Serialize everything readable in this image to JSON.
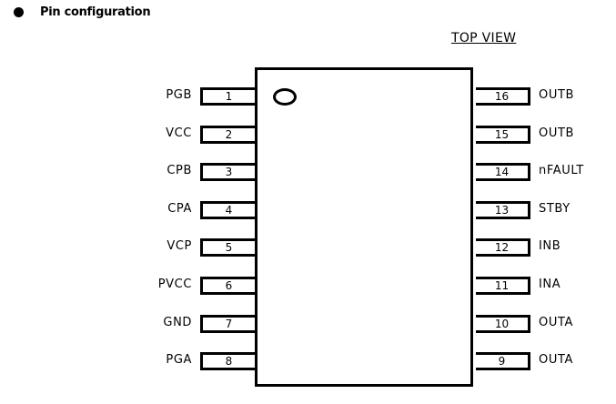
{
  "heading": "Pin configuration",
  "view_label": "TOP VIEW",
  "left_pins": [
    {
      "number": "1",
      "name": "PGB"
    },
    {
      "number": "2",
      "name": "VCC"
    },
    {
      "number": "3",
      "name": "CPB"
    },
    {
      "number": "4",
      "name": "CPA"
    },
    {
      "number": "5",
      "name": "VCP"
    },
    {
      "number": "6",
      "name": "PVCC"
    },
    {
      "number": "7",
      "name": "GND"
    },
    {
      "number": "8",
      "name": "PGA"
    }
  ],
  "right_pins": [
    {
      "number": "16",
      "name": "OUTB"
    },
    {
      "number": "15",
      "name": "OUTB"
    },
    {
      "number": "14",
      "name": "nFAULT"
    },
    {
      "number": "13",
      "name": "STBY"
    },
    {
      "number": "12",
      "name": "INB"
    },
    {
      "number": "11",
      "name": "INA"
    },
    {
      "number": "10",
      "name": "OUTA"
    },
    {
      "number": "9",
      "name": "OUTA"
    }
  ]
}
